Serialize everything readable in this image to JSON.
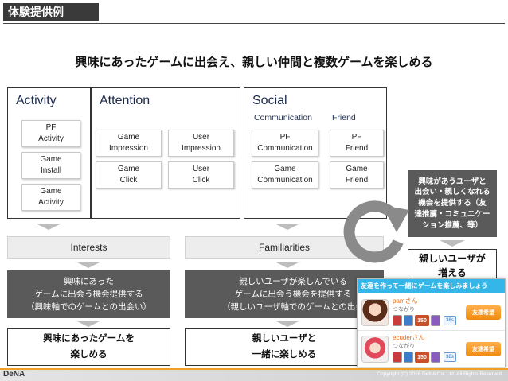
{
  "header": {
    "title": "体験提供例"
  },
  "main_heading": "興味にあったゲームに出会え、親しい仲間と複数ゲームを楽しめる",
  "groups": {
    "activity": {
      "title": "Activity",
      "chips": [
        {
          "line1": "PF",
          "line2": "Activity"
        },
        {
          "line1": "Game",
          "line2": "Install"
        },
        {
          "line1": "Game",
          "line2": "Activity"
        }
      ]
    },
    "attention": {
      "title": "Attention",
      "chips": [
        {
          "line1": "Game",
          "line2": "Impression"
        },
        {
          "line1": "User",
          "line2": "Impression"
        },
        {
          "line1": "Game",
          "line2": "Click"
        },
        {
          "line1": "User",
          "line2": "Click"
        }
      ]
    },
    "social": {
      "title": "Social",
      "sub_communication": "Communication",
      "sub_friend": "Friend",
      "chips": [
        {
          "line1": "PF",
          "line2": "Communication"
        },
        {
          "line1": "PF",
          "line2": "Friend"
        },
        {
          "line1": "Game",
          "line2": "Communication"
        },
        {
          "line1": "Game",
          "line2": "Friend"
        }
      ]
    }
  },
  "bars": {
    "interests": "Interests",
    "familiarities": "Familiarities"
  },
  "dark_boxes": {
    "left": {
      "line1": "興味にあった",
      "line2": "ゲームに出会う機会提供する",
      "line3": "（興味軸でのゲームとの出会い）"
    },
    "middle": {
      "line1": "親しいユーザが楽しんでいる",
      "line2": "ゲームに出会う機会を提供する",
      "line3": "（親しいユーザ軸でのゲームとの出会"
    }
  },
  "white_boxes": {
    "left": {
      "line1": "興味にあったゲームを",
      "line2": "楽しめる"
    },
    "middle": {
      "line1": "親しいユーザと",
      "line2": "一緒に楽しめる"
    }
  },
  "callout": {
    "dark": {
      "line1": "興味があうユーザと",
      "line2": "出会い・親しくなれる",
      "line3": "機会を提供する（友",
      "line4": "達推薦・コミュニケー",
      "line5": "ション推薦、等）"
    },
    "white": {
      "line1": "親しいユーザが",
      "line2": "増える"
    }
  },
  "screenshot": {
    "banner": "友達を作って一緒にゲームを楽しみましょう",
    "friends": [
      {
        "name": "pamさん",
        "sub": "つながり",
        "badge": "150",
        "chip": "38s",
        "button": "友達希望"
      },
      {
        "name": "ecuderさん",
        "sub": "つながり",
        "badge": "150",
        "chip": "38s",
        "button": "友達希望"
      }
    ]
  },
  "footer": {
    "logo": "DeNA",
    "copyright": "Copyright (C) 2016 DeNA Co.,Ltd. All Rights Reserved."
  },
  "colors": {
    "dark_box": "#5a5a5a",
    "title_navy": "#1c2b4d",
    "banner_blue": "#35b6e8",
    "footer_orange": "#f0a020",
    "cycle_gray": "#8a8a8a"
  }
}
